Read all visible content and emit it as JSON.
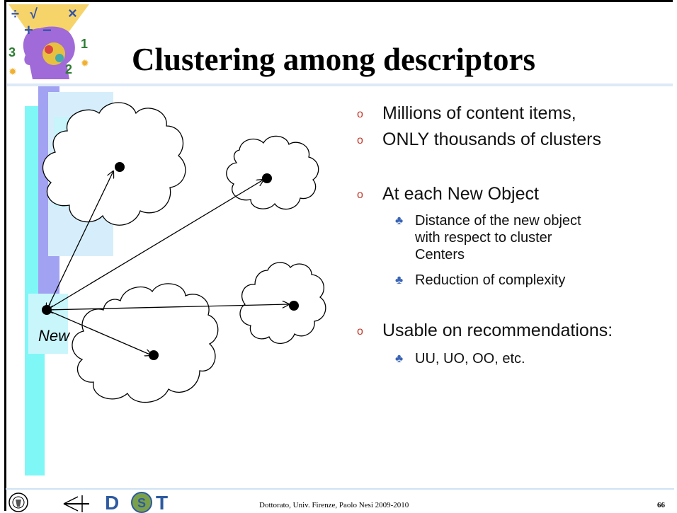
{
  "slide": {
    "title": "Clustering among descriptors",
    "footer": "Dottorato, Univ. Firenze, Paolo Nesi 2009-2010",
    "page_number": "66"
  },
  "bullets": [
    {
      "text": "Millions of content items,",
      "sub": []
    },
    {
      "text": "ONLY thousands of clusters",
      "sub": []
    },
    {
      "text": "At each New Object",
      "sub": [
        "Distance of the new object",
        "with respect to cluster",
        "Centers",
        "Reduction of complexity"
      ]
    },
    {
      "text": "Usable on recommendations:",
      "sub": [
        "UU, UO, OO, etc."
      ]
    }
  ],
  "diagram": {
    "new_label": "New",
    "logo_text": "D T",
    "corner_icon_digits": [
      "3",
      "1",
      "2"
    ],
    "corner_icon_symbols": [
      "÷",
      "√",
      "×",
      "+",
      "−"
    ]
  },
  "colors": {
    "bar_cyan": "#7fffff",
    "bar_purple": "#9a9af0",
    "bar_light": "#d3f3ff",
    "bullet_marker": "#c0392b",
    "sub_marker": "#3a64b5"
  }
}
